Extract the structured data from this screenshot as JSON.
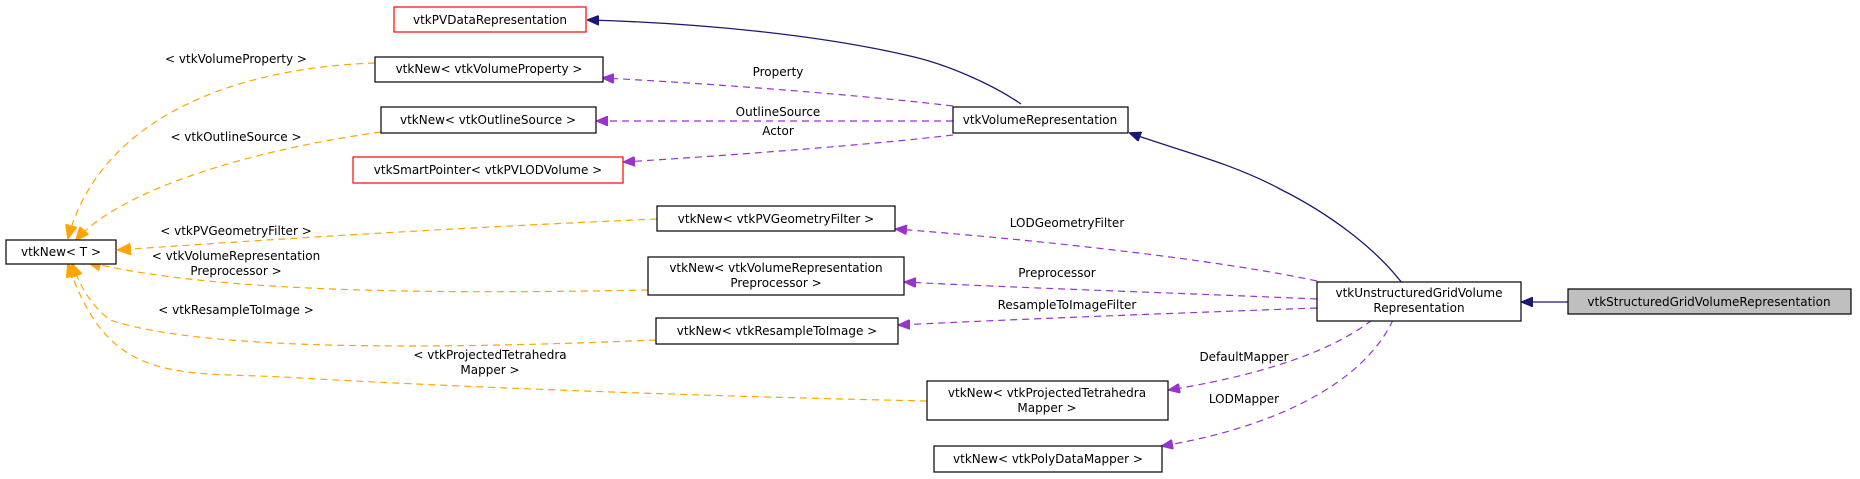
{
  "colors": {
    "inheritance": "#191970",
    "member": "#9a32cd",
    "template": "#ffa500",
    "link_border": "#ff0000",
    "selected_fill": "#bfbfbf"
  },
  "nodes": {
    "pvdatarep": "vtkPVDataRepresentation",
    "newvolprop": "vtkNew< vtkVolumeProperty >",
    "newoutline": "vtkNew< vtkOutlineSource >",
    "smartlod": "vtkSmartPointer< vtkPVLODVolume >",
    "volrep": "vtkVolumeRepresentation",
    "newT": "vtkNew< T >",
    "newgeom": "vtkNew< vtkPVGeometryFilter >",
    "newprep": [
      "vtkNew< vtkVolumeRepresentation",
      "Preprocessor >"
    ],
    "newresample": "vtkNew< vtkResampleToImage >",
    "newproj": [
      "vtkNew< vtkProjectedTetrahedra",
      "Mapper >"
    ],
    "newpdm": "vtkNew< vtkPolyDataMapper >",
    "ugvolrep": [
      "vtkUnstructuredGridVolume",
      "Representation"
    ],
    "sgvolrep": "vtkStructuredGridVolumeRepresentation"
  },
  "edge_labels": {
    "property": "Property",
    "outline_source": "OutlineSource",
    "actor": "Actor",
    "lod_geometry_filter": "LODGeometryFilter",
    "preprocessor": "Preprocessor",
    "resample_filter": "ResampleToImageFilter",
    "default_mapper": "DefaultMapper",
    "lod_mapper": "LODMapper",
    "tpl_volume_property": "< vtkVolumeProperty >",
    "tpl_outline_source": "< vtkOutlineSource >",
    "tpl_geometry_filter": "< vtkPVGeometryFilter >",
    "tpl_preprocessor": [
      "< vtkVolumeRepresentation",
      "Preprocessor >"
    ],
    "tpl_resample": "< vtkResampleToImage >",
    "tpl_projected": [
      "< vtkProjectedTetrahedra",
      "Mapper >"
    ]
  }
}
